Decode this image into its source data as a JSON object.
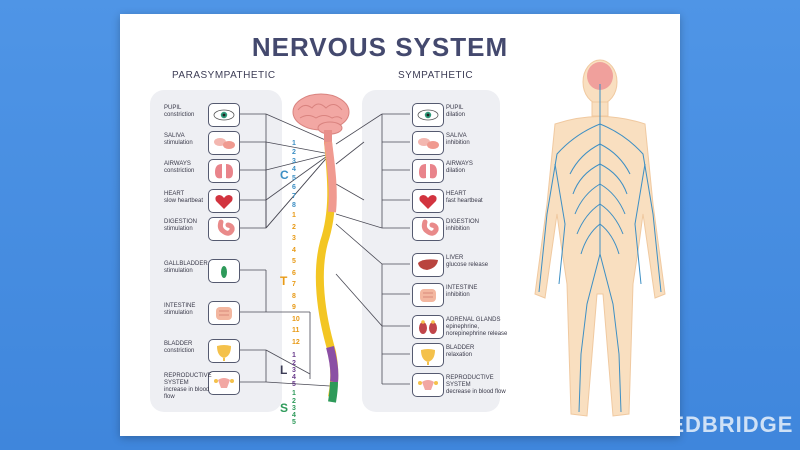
{
  "title": "NERVOUS SYSTEM",
  "parasympathetic": {
    "heading": "PARASYMPATHETIC",
    "items": [
      {
        "name": "PUPIL",
        "effect": "constriction",
        "icon": "eye-icon"
      },
      {
        "name": "SALIVA",
        "effect": "stimulation",
        "icon": "salivary-gland-icon"
      },
      {
        "name": "AIRWAYS",
        "effect": "constriction",
        "icon": "lungs-icon"
      },
      {
        "name": "HEART",
        "effect": "slow heartbeat",
        "icon": "heart-icon"
      },
      {
        "name": "DIGESTION",
        "effect": "stimulation",
        "icon": "stomach-icon"
      },
      {
        "name": "GALLBLADDER",
        "effect": "stimulation",
        "icon": "gallbladder-icon"
      },
      {
        "name": "INTESTINE",
        "effect": "stimulation",
        "icon": "intestine-icon"
      },
      {
        "name": "BLADDER",
        "effect": "constriction",
        "icon": "bladder-icon"
      },
      {
        "name": "REPRODUCTIVE SYSTEM",
        "effect": "increase in blood flow",
        "icon": "reproductive-icon"
      }
    ]
  },
  "sympathetic": {
    "heading": "SYMPATHETIC",
    "items": [
      {
        "name": "PUPIL",
        "effect": "dilation",
        "icon": "eye-icon"
      },
      {
        "name": "SALIVA",
        "effect": "inhibition",
        "icon": "salivary-gland-icon"
      },
      {
        "name": "AIRWAYS",
        "effect": "dilation",
        "icon": "lungs-icon"
      },
      {
        "name": "HEART",
        "effect": "fast heartbeat",
        "icon": "heart-icon"
      },
      {
        "name": "DIGESTION",
        "effect": "inhibition",
        "icon": "stomach-icon"
      },
      {
        "name": "LIVER",
        "effect": "glucose release",
        "icon": "liver-icon"
      },
      {
        "name": "INTESTINE",
        "effect": "inhibition",
        "icon": "intestine-icon"
      },
      {
        "name": "ADRENAL GLANDS",
        "effect": "epinephrine, norepinephrine release",
        "icon": "kidney-icon"
      },
      {
        "name": "BLADDER",
        "effect": "relaxation",
        "icon": "bladder-icon"
      },
      {
        "name": "REPRODUCTIVE SYSTEM",
        "effect": "decrease in blood flow",
        "icon": "reproductive-icon"
      }
    ]
  },
  "spine": {
    "regions": [
      {
        "letter": "C",
        "color": "#3d8fc4",
        "segments": [
          "1",
          "2",
          "3",
          "4",
          "5",
          "6",
          "7",
          "8"
        ]
      },
      {
        "letter": "T",
        "color": "#e89a16",
        "segments": [
          "1",
          "2",
          "3",
          "4",
          "5",
          "6",
          "7",
          "8",
          "9",
          "10",
          "11",
          "12"
        ]
      },
      {
        "letter": "L",
        "color": "#6a3c8c",
        "segments": [
          "1",
          "2",
          "3",
          "4",
          "5"
        ]
      },
      {
        "letter": "S",
        "color": "#2e9a5a",
        "segments": [
          "1",
          "2",
          "3",
          "4",
          "5"
        ]
      }
    ]
  },
  "brand": "MEDBRIDGE",
  "colors": {
    "background": "#4a90e2",
    "title": "#44496e",
    "nerve": "#3d8fc4",
    "skin": "#f9dfc0",
    "brain": "#f0a09c"
  }
}
